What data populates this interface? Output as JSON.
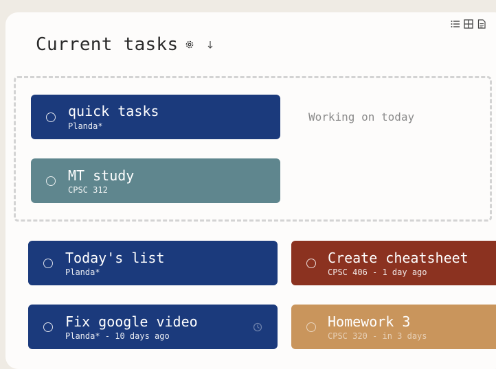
{
  "page": {
    "title": "Current tasks"
  },
  "dropzone": {
    "label": "Working on today"
  },
  "cards": [
    {
      "title": "quick tasks",
      "subtitle": "Planda*",
      "color": "#1b3a7c"
    },
    {
      "title": "MT study",
      "subtitle": "CPSC 312",
      "color": "#5f868e"
    },
    {
      "title": "Today's list",
      "subtitle": "Planda*",
      "color": "#1b3a7c"
    },
    {
      "title": "Create cheatsheet",
      "subtitle": "CPSC 406 - 1 day ago",
      "color": "#8b3220"
    },
    {
      "title": "Fix google video",
      "subtitle": "Planda* - 10 days ago",
      "color": "#1b3a7c"
    },
    {
      "title": "Homework 3",
      "subtitle": "CPSC 320 - in 3 days",
      "color": "#c9955c"
    }
  ],
  "icons": {
    "header": [
      "settings-icon",
      "sort-down-icon"
    ],
    "view": [
      "list-view-icon",
      "grid-view-icon",
      "document-view-icon"
    ],
    "card": [
      "checkbox-circle-icon",
      "timer-icon"
    ]
  }
}
